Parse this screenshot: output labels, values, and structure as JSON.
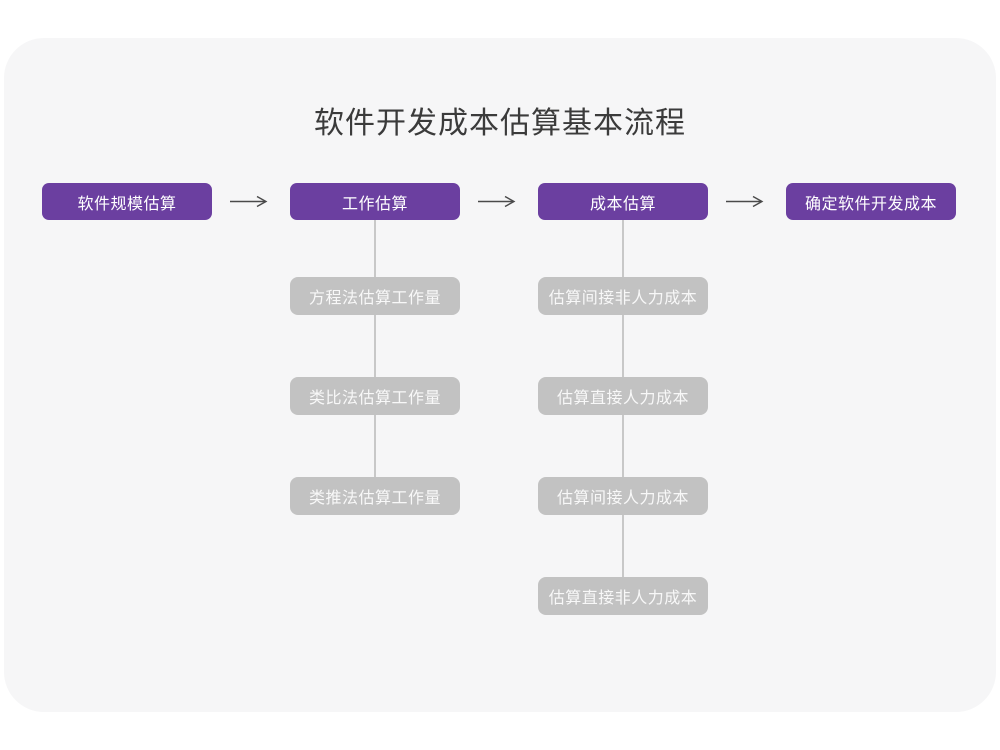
{
  "title": "软件开发成本估算基本流程",
  "colors": {
    "card_background": "#f6f6f7",
    "main_node_purple": "#6b3fa0",
    "sub_node_gray": "#c2c2c2",
    "arrow_stroke": "#4a4a4a",
    "connector_gray": "#c8c8c8",
    "title_text": "#3b3b3b"
  },
  "flow": {
    "main_nodes": [
      {
        "label": "软件规模估算"
      },
      {
        "label": "工作估算"
      },
      {
        "label": "成本估算"
      },
      {
        "label": "确定软件开发成本"
      }
    ],
    "sub_nodes_work": [
      {
        "label": "方程法估算工作量"
      },
      {
        "label": "类比法估算工作量"
      },
      {
        "label": "类推法估算工作量"
      }
    ],
    "sub_nodes_cost": [
      {
        "label": "估算间接非人力成本"
      },
      {
        "label": "估算直接人力成本"
      },
      {
        "label": "估算间接人力成本"
      },
      {
        "label": "估算直接非人力成本"
      }
    ]
  }
}
